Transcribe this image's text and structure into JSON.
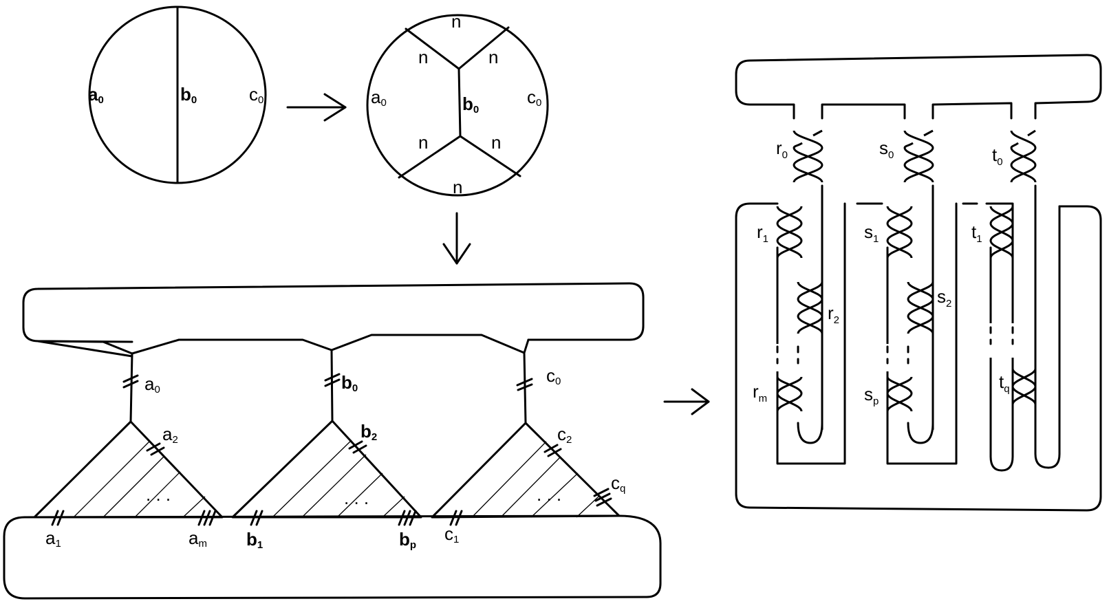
{
  "labels": {
    "circle1": {
      "a": "a",
      "a_sub": "0",
      "b": "b",
      "b_sub": "0",
      "c": "c",
      "c_sub": "0"
    },
    "circle2": {
      "n": "n",
      "a": "a",
      "a_sub": "0",
      "b": "b",
      "b_sub": "0",
      "c": "c",
      "c_sub": "0"
    },
    "bottom": {
      "a0": "a",
      "a0_sub": "0",
      "b0": "b",
      "b0_sub": "0",
      "c0": "c",
      "c0_sub": "0",
      "a1": "a",
      "a1_sub": "1",
      "a2": "a",
      "a2_sub": "2",
      "am": "a",
      "am_sub": "m",
      "b1": "b",
      "b1_sub": "1",
      "b2": "b",
      "b2_sub": "2",
      "bp": "b",
      "bp_sub": "p",
      "c1": "c",
      "c1_sub": "1",
      "c2": "c",
      "c2_sub": "2",
      "cq": "c",
      "cq_sub": "q",
      "dots": ". . ."
    },
    "right": {
      "r0": "r",
      "r0_sub": "0",
      "s0": "s",
      "s0_sub": "0",
      "t0": "t",
      "t0_sub": "0",
      "r1": "r",
      "r1_sub": "1",
      "s1": "s",
      "s1_sub": "1",
      "t1": "t",
      "t1_sub": "1",
      "r2": "r",
      "r2_sub": "2",
      "s2": "s",
      "s2_sub": "2",
      "rm": "r",
      "rm_sub": "m",
      "sp": "s",
      "sp_sub": "p",
      "tq": "t",
      "tq_sub": "q"
    }
  }
}
